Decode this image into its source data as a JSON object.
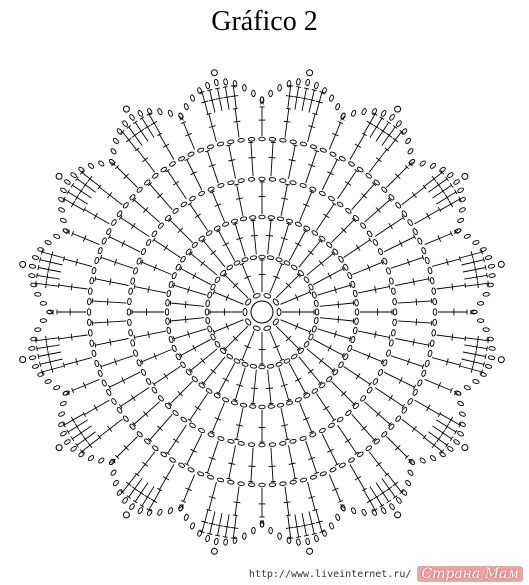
{
  "title": "Gráfico 2",
  "diagram": {
    "repeats": 16,
    "colors": {
      "ink": "#000000",
      "paper": "#ffffff"
    },
    "symbols": [
      "chain-oval",
      "double-crochet",
      "single-crochet-x",
      "picot-N"
    ]
  },
  "watermark": {
    "url": "http://www.liveinternet.ru/",
    "logo": "Страна Мам"
  }
}
